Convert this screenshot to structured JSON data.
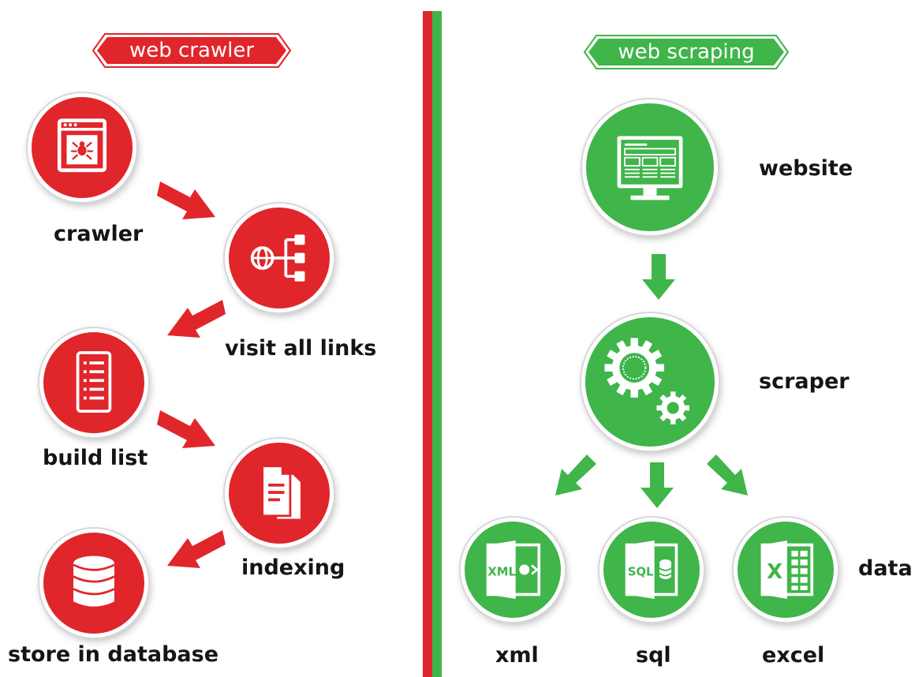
{
  "left": {
    "banner": "web crawler",
    "steps": {
      "crawler": "crawler",
      "visit": "visit all links",
      "build": "build list",
      "index": "indexing",
      "store": "store in database"
    }
  },
  "right": {
    "banner": "web scraping",
    "steps": {
      "website": "website",
      "scraper": "scraper",
      "data": "data",
      "xml": "xml",
      "sql": "sql",
      "excel": "excel"
    },
    "icons": {
      "xml": "XML",
      "sql": "SQL",
      "excel": "X"
    }
  },
  "colors": {
    "red": "#e0262b",
    "green": "#3fb54a"
  }
}
